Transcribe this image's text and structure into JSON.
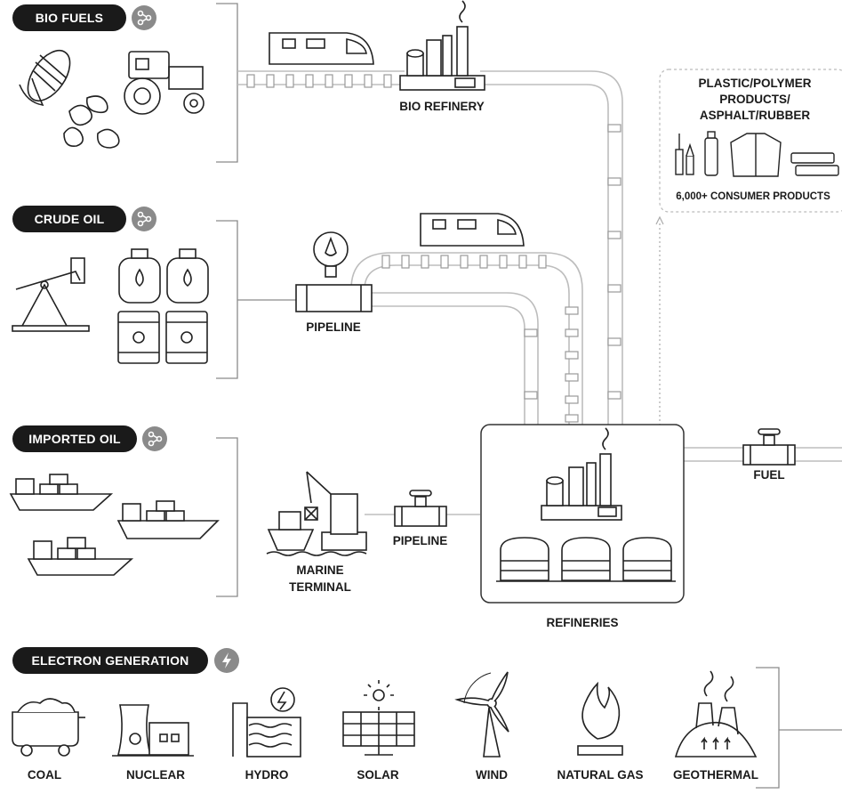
{
  "sections": {
    "bio_fuels": "BIO FUELS",
    "crude_oil": "CRUDE OIL",
    "imported_oil": "IMPORTED OIL",
    "electron_generation": "ELECTRON GENERATION"
  },
  "labels": {
    "bio_refinery": "BIO REFINERY",
    "pipeline_crude": "PIPELINE",
    "pipeline_imported": "PIPELINE",
    "marine_terminal_1": "MARINE",
    "marine_terminal_2": "TERMINAL",
    "refineries": "REFINERIES",
    "fuel": "FUEL",
    "products_1": "PLASTIC/POLYMER",
    "products_2": "PRODUCTS/",
    "products_3": "ASPHALT/RUBBER",
    "consumer_products": "6,000+ CONSUMER PRODUCTS"
  },
  "electron_sources": [
    "COAL",
    "NUCLEAR",
    "HYDRO",
    "SOLAR",
    "WIND",
    "NATURAL GAS",
    "GEOTHERMAL"
  ],
  "icons": {
    "share": "share-icon",
    "lightning": "lightning-icon"
  },
  "colors": {
    "pill_bg": "#1a1a1a",
    "pill_icon_bg": "#8a8a8a",
    "line": "#333333",
    "pipe": "#bdbdbd"
  }
}
